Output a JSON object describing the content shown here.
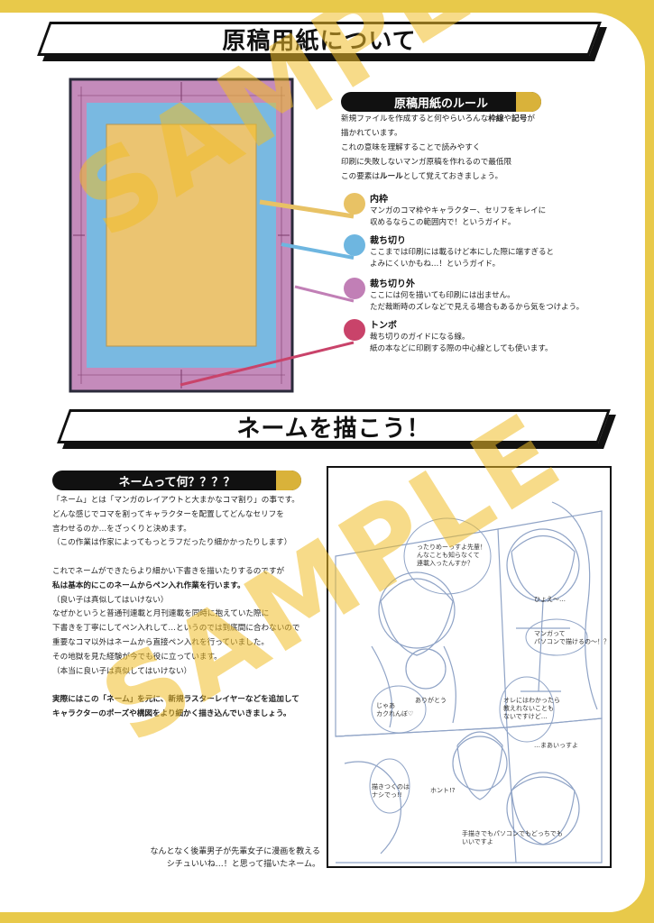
{
  "banner1": {
    "title": "原稿用紙について"
  },
  "banner2": {
    "title": "ネームを描こう！"
  },
  "rules": {
    "pill": "原稿用紙のルール",
    "lines": [
      [
        "新規ファイルを作成すると何やらいろんな",
        "枠線",
        "や",
        "記号",
        "が"
      ],
      [
        "描かれています。"
      ],
      [
        "これの意味を理解することで読みやすく"
      ],
      [
        "印刷に失敗しないマンガ原稿を作れるので最低限"
      ],
      [
        "この要素は",
        "ルール",
        "として覚えておきましょう。"
      ]
    ]
  },
  "items": [
    {
      "title": "内枠",
      "color": "#e8c265",
      "lines": [
        "マンガのコマ枠やキャラクター、セリフをキレイに",
        "収めるならこの範囲内で！というガイド。"
      ]
    },
    {
      "title": "裁ち切り",
      "color": "#6eb6e0",
      "lines": [
        "ここまでは印刷には載るけど本にした際に端すぎると",
        "よみにくいかもね…！というガイド。"
      ]
    },
    {
      "title": "裁ち切り外",
      "color": "#c17fb6",
      "lines": [
        "ここには何を描いても印刷には出ません。",
        "ただ裁断時のズレなどで見える場合もあるから気をつけよう。"
      ]
    },
    {
      "title": "トンボ",
      "color": "#c9436a",
      "lines": [
        "裁ち切りのガイドになる線。",
        "紙の本などに印刷する際の中心線としても使います。"
      ]
    }
  ],
  "name_section": {
    "pill": "ネームって何？？？？",
    "lines": [
      "「ネーム」とは「マンガのレイアウトと大まかなコマ割り」の事です。",
      "どんな感じでコマを割ってキャラクターを配置してどんなセリフを",
      "言わせるのか…をざっくりと決めます。",
      "（この作業は作家によってもっとラフだったり細かかったりします）",
      "",
      "これでネームができたらより細かい下書きを描いたりするのですが",
      "私は基本的にこのネームからペン入れ作業を行います。",
      "（良い子は真似してはいけない）",
      "なぜかというと普通刊連載と月刊連載を同時に抱えていた際に",
      "下書きを丁寧にしてペン入れして…というのでは到底間に合わないので",
      "重要なコマ以外はネームから直接ペン入れを行っていました。",
      "その地獄を見た経験が今でも役に立っています。",
      "（本当に良い子は真似してはいけない）",
      "",
      "実際にはこの「ネーム」を元に、新規ラスターレイヤーなどを追加して",
      "キャラクターのポーズや構図をより細かく描き込んでいきましょう。"
    ],
    "bold_lines": [
      6,
      14,
      15
    ]
  },
  "sketch": {
    "bubbles": [
      "ったりめーっすよ先輩！\nんなことも知らなくて\n連載入ったんすか？",
      "ひょえ〜…",
      "マンガって\nパソコンで描けるの〜！？",
      "じゃあ\nカクれんぼ♡",
      "ありがとう",
      "オレにはわかったら\n教えれないことも\nないですけど…",
      "…まあいっすよ",
      "ホント!?",
      "手描きでもパソコンでもどっちでも\nいいですよ",
      "描きつくのは\nナシでっ!!"
    ]
  },
  "caption": {
    "lines": [
      "なんとなく後輩男子が先輩女子に漫画を教える",
      "シチュいいね…！と思って描いたネーム。"
    ]
  },
  "watermark": {
    "text": "SAMPLE"
  }
}
